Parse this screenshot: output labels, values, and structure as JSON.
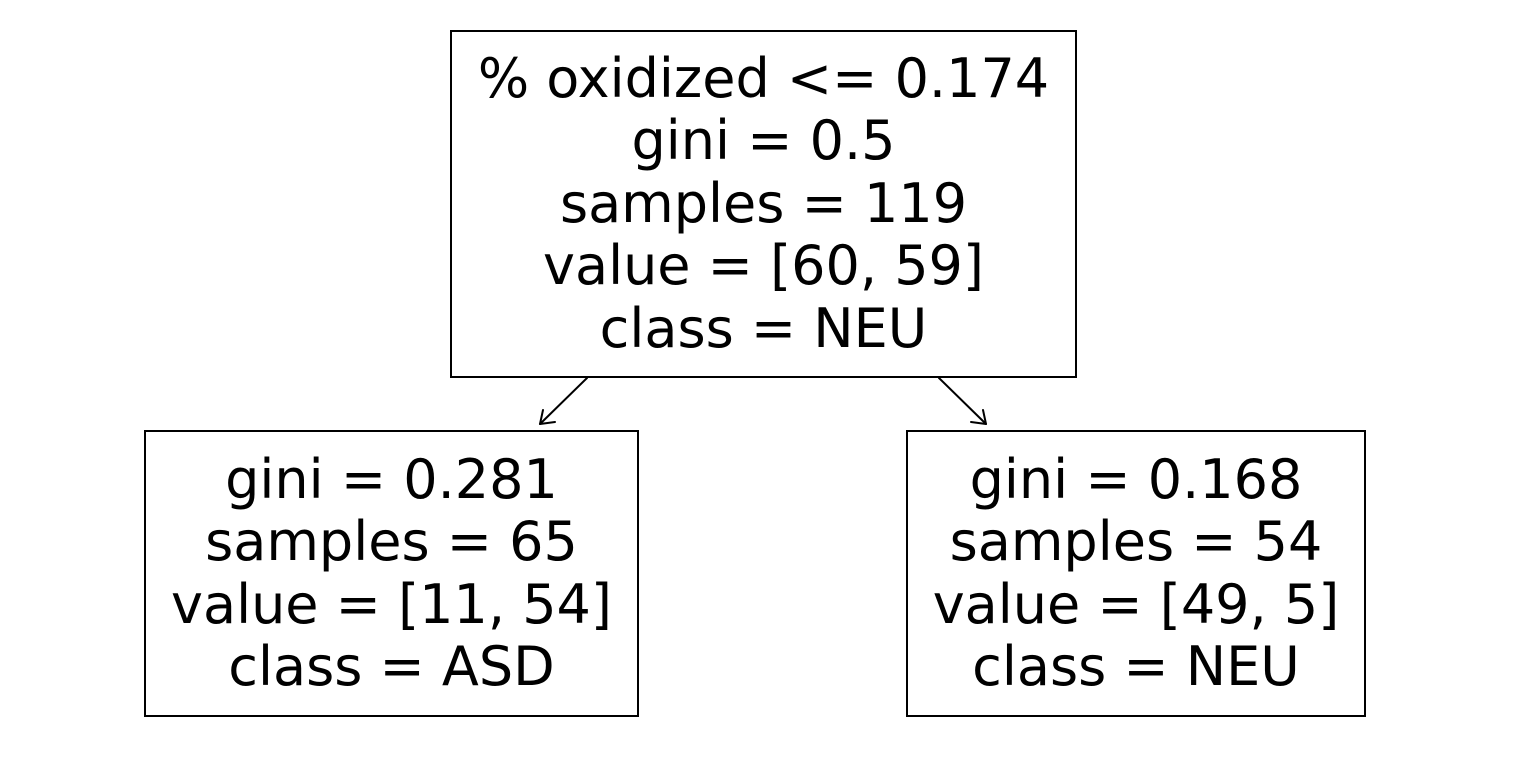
{
  "tree": {
    "root": {
      "split": "% oxidized <= 0.174",
      "gini": "gini = 0.5",
      "samples": "samples = 119",
      "value": "value = [60, 59]",
      "class": "class = NEU"
    },
    "left": {
      "gini": "gini = 0.281",
      "samples": "samples = 65",
      "value": "value = [11, 54]",
      "class": "class = ASD"
    },
    "right": {
      "gini": "gini = 0.168",
      "samples": "samples = 54",
      "value": "value = [49, 5]",
      "class": "class = NEU"
    }
  },
  "colors": {
    "border": "#000000",
    "background": "#ffffff",
    "text": "#000000"
  }
}
